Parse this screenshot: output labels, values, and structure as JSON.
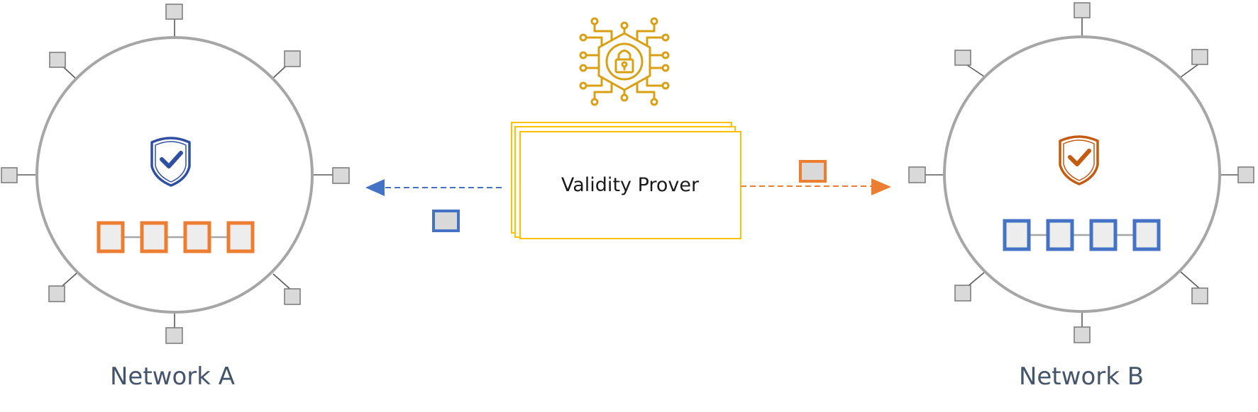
{
  "network_a": {
    "label": "Network A",
    "shield_color": "#2F4FA2",
    "block_color": "#ED7D31"
  },
  "network_b": {
    "label": "Network B",
    "shield_color": "#C55A11",
    "block_color": "#4472C4"
  },
  "prover": {
    "label": "Validity Prover",
    "icon": "circuit-lock-icon",
    "frame_color": "#FFC000",
    "icon_color": "#D9A014"
  },
  "flows": {
    "to_a_color": "#4472C4",
    "to_b_color": "#ED7D31"
  },
  "colors": {
    "ring": "#A6A6A6",
    "node_fill": "#D9D9D9",
    "node_stroke": "#7F7F7F",
    "label_text": "#44546A"
  }
}
